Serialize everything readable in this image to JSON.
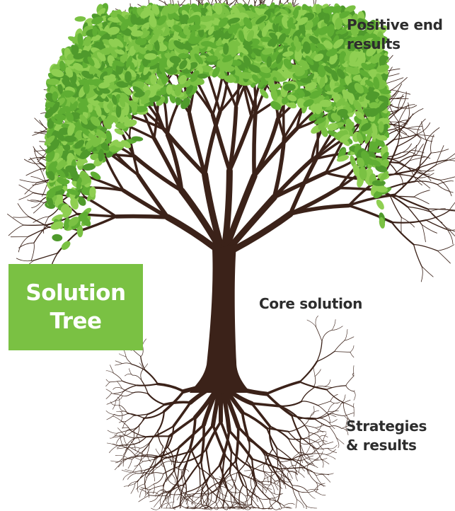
{
  "title": {
    "line1": "Solution",
    "line2": "Tree"
  },
  "labels": {
    "crown": {
      "line1": "Positive end",
      "line2": "results"
    },
    "trunk": "Core solution",
    "roots": {
      "line1": "Strategies",
      "line2": "& results"
    }
  },
  "colors": {
    "title_box": "#7ac143",
    "leaf": "#7ac143",
    "leaf_dark": "#4f9a2c",
    "trunk": "#3b2219",
    "label_text": "#2d2d2d"
  }
}
